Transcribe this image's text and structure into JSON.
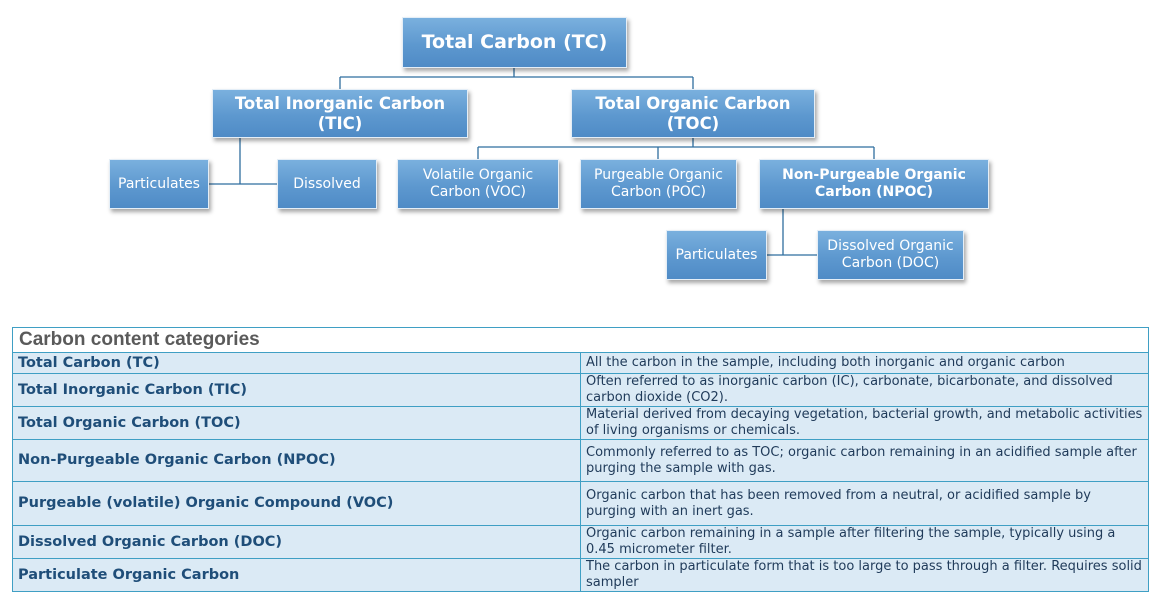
{
  "diagram": {
    "nodes": {
      "tc": "Total Carbon (TC)",
      "tic": "Total Inorganic Carbon (TIC)",
      "toc": "Total Organic Carbon (TOC)",
      "tic_particulates": "Particulates",
      "tic_dissolved": "Dissolved",
      "voc": "Volatile Organic Carbon (VOC)",
      "poc": "Purgeable Organic Carbon (POC)",
      "npoc": "Non-Purgeable Organic Carbon (NPOC)",
      "npoc_particulates": "Particulates",
      "doc": "Dissolved Organic Carbon (DOC)"
    },
    "colors": {
      "node_fill": "#5d98cf",
      "node_text": "#ffffff",
      "connector": "#2f6e9f"
    }
  },
  "table": {
    "caption": "Carbon content categories",
    "rows": [
      {
        "term": "Total Carbon (TC)",
        "description": "All the carbon in the sample, including both inorganic and organic carbon"
      },
      {
        "term": "Total Inorganic Carbon (TIC)",
        "description": "Often referred to as inorganic carbon (IC), carbonate, bicarbonate, and dissolved carbon dioxide (CO2)."
      },
      {
        "term": "Total Organic Carbon (TOC)",
        "description": "Material derived from decaying vegetation, bacterial growth, and metabolic activities of living organisms or chemicals."
      },
      {
        "term": "Non-Purgeable Organic Carbon (NPOC)",
        "description": "Commonly referred to as TOC; organic carbon remaining in an acidified sample after purging the sample with gas."
      },
      {
        "term": "Purgeable (volatile) Organic Compound (VOC)",
        "description": "Organic carbon that has been removed from a neutral, or acidified sample by purging with an inert gas."
      },
      {
        "term": "Dissolved Organic Carbon (DOC)",
        "description": "Organic carbon remaining in a sample after filtering the sample, typically using a 0.45 micrometer filter."
      },
      {
        "term": "Particulate Organic Carbon",
        "description": "The carbon in particulate form that is too large to pass through a filter. Requires solid sampler"
      }
    ],
    "colors": {
      "border": "#3f9fc4",
      "row_fill": "#dbeaf5",
      "term_text": "#1f4e79",
      "caption_text": "#5a5a5a"
    }
  }
}
